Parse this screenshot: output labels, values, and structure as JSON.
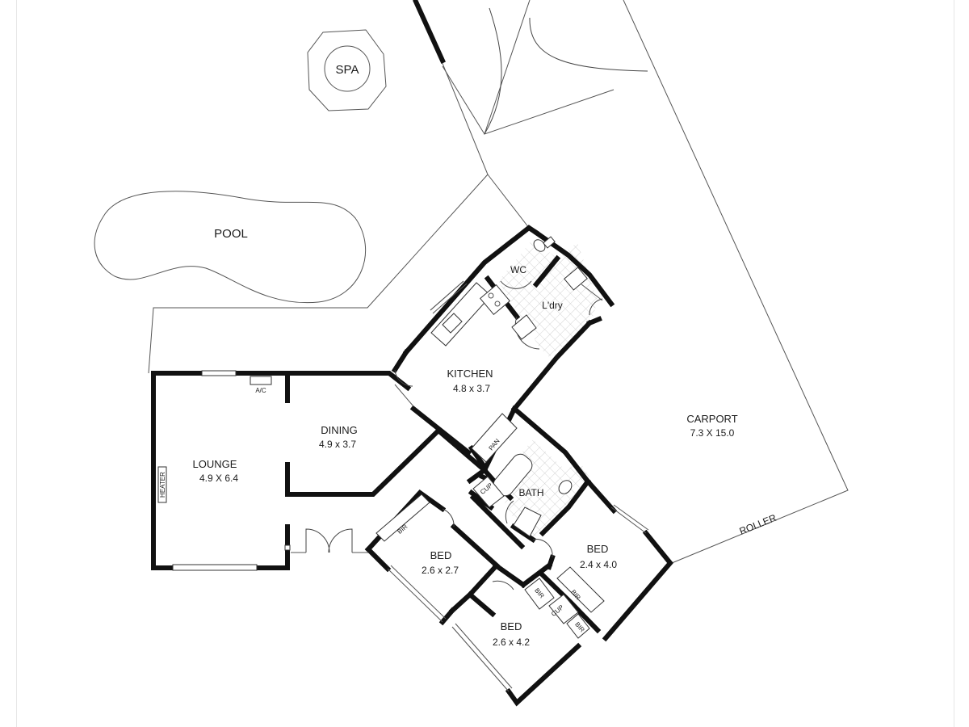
{
  "labels": {
    "spa": "SPA",
    "pool": "POOL",
    "carport_name": "CARPORT",
    "carport_size": "7.3 X 15.0",
    "roller": "ROLLER",
    "wc": "WC",
    "laundry": "L'dry",
    "kitchen_name": "KITCHEN",
    "kitchen_size": "4.8 x 3.7",
    "pantry": "PAN",
    "dining_name": "DINING",
    "dining_size": "4.9 x 3.7",
    "lounge_name": "LOUNGE",
    "lounge_size": "4.9 X 6.4",
    "heater": "HEATER",
    "ac": "A/C",
    "bath": "BATH",
    "cupboard_hall": "CUP",
    "bed1_name": "BED",
    "bed1_size": "2.6 x 2.7",
    "bir1": "BIR",
    "bed2_name": "BED",
    "bed2_size": "2.4 x 4.0",
    "bed3_name": "BED",
    "bed3_size": "2.6 x 4.2",
    "bir2": "BIR",
    "bir3": "BIR",
    "bir4": "BIR",
    "cupboard_bed": "CUP"
  },
  "colors": {
    "wall": "#111111",
    "tile": "#999999",
    "line": "#555555",
    "background": "#ffffff"
  }
}
